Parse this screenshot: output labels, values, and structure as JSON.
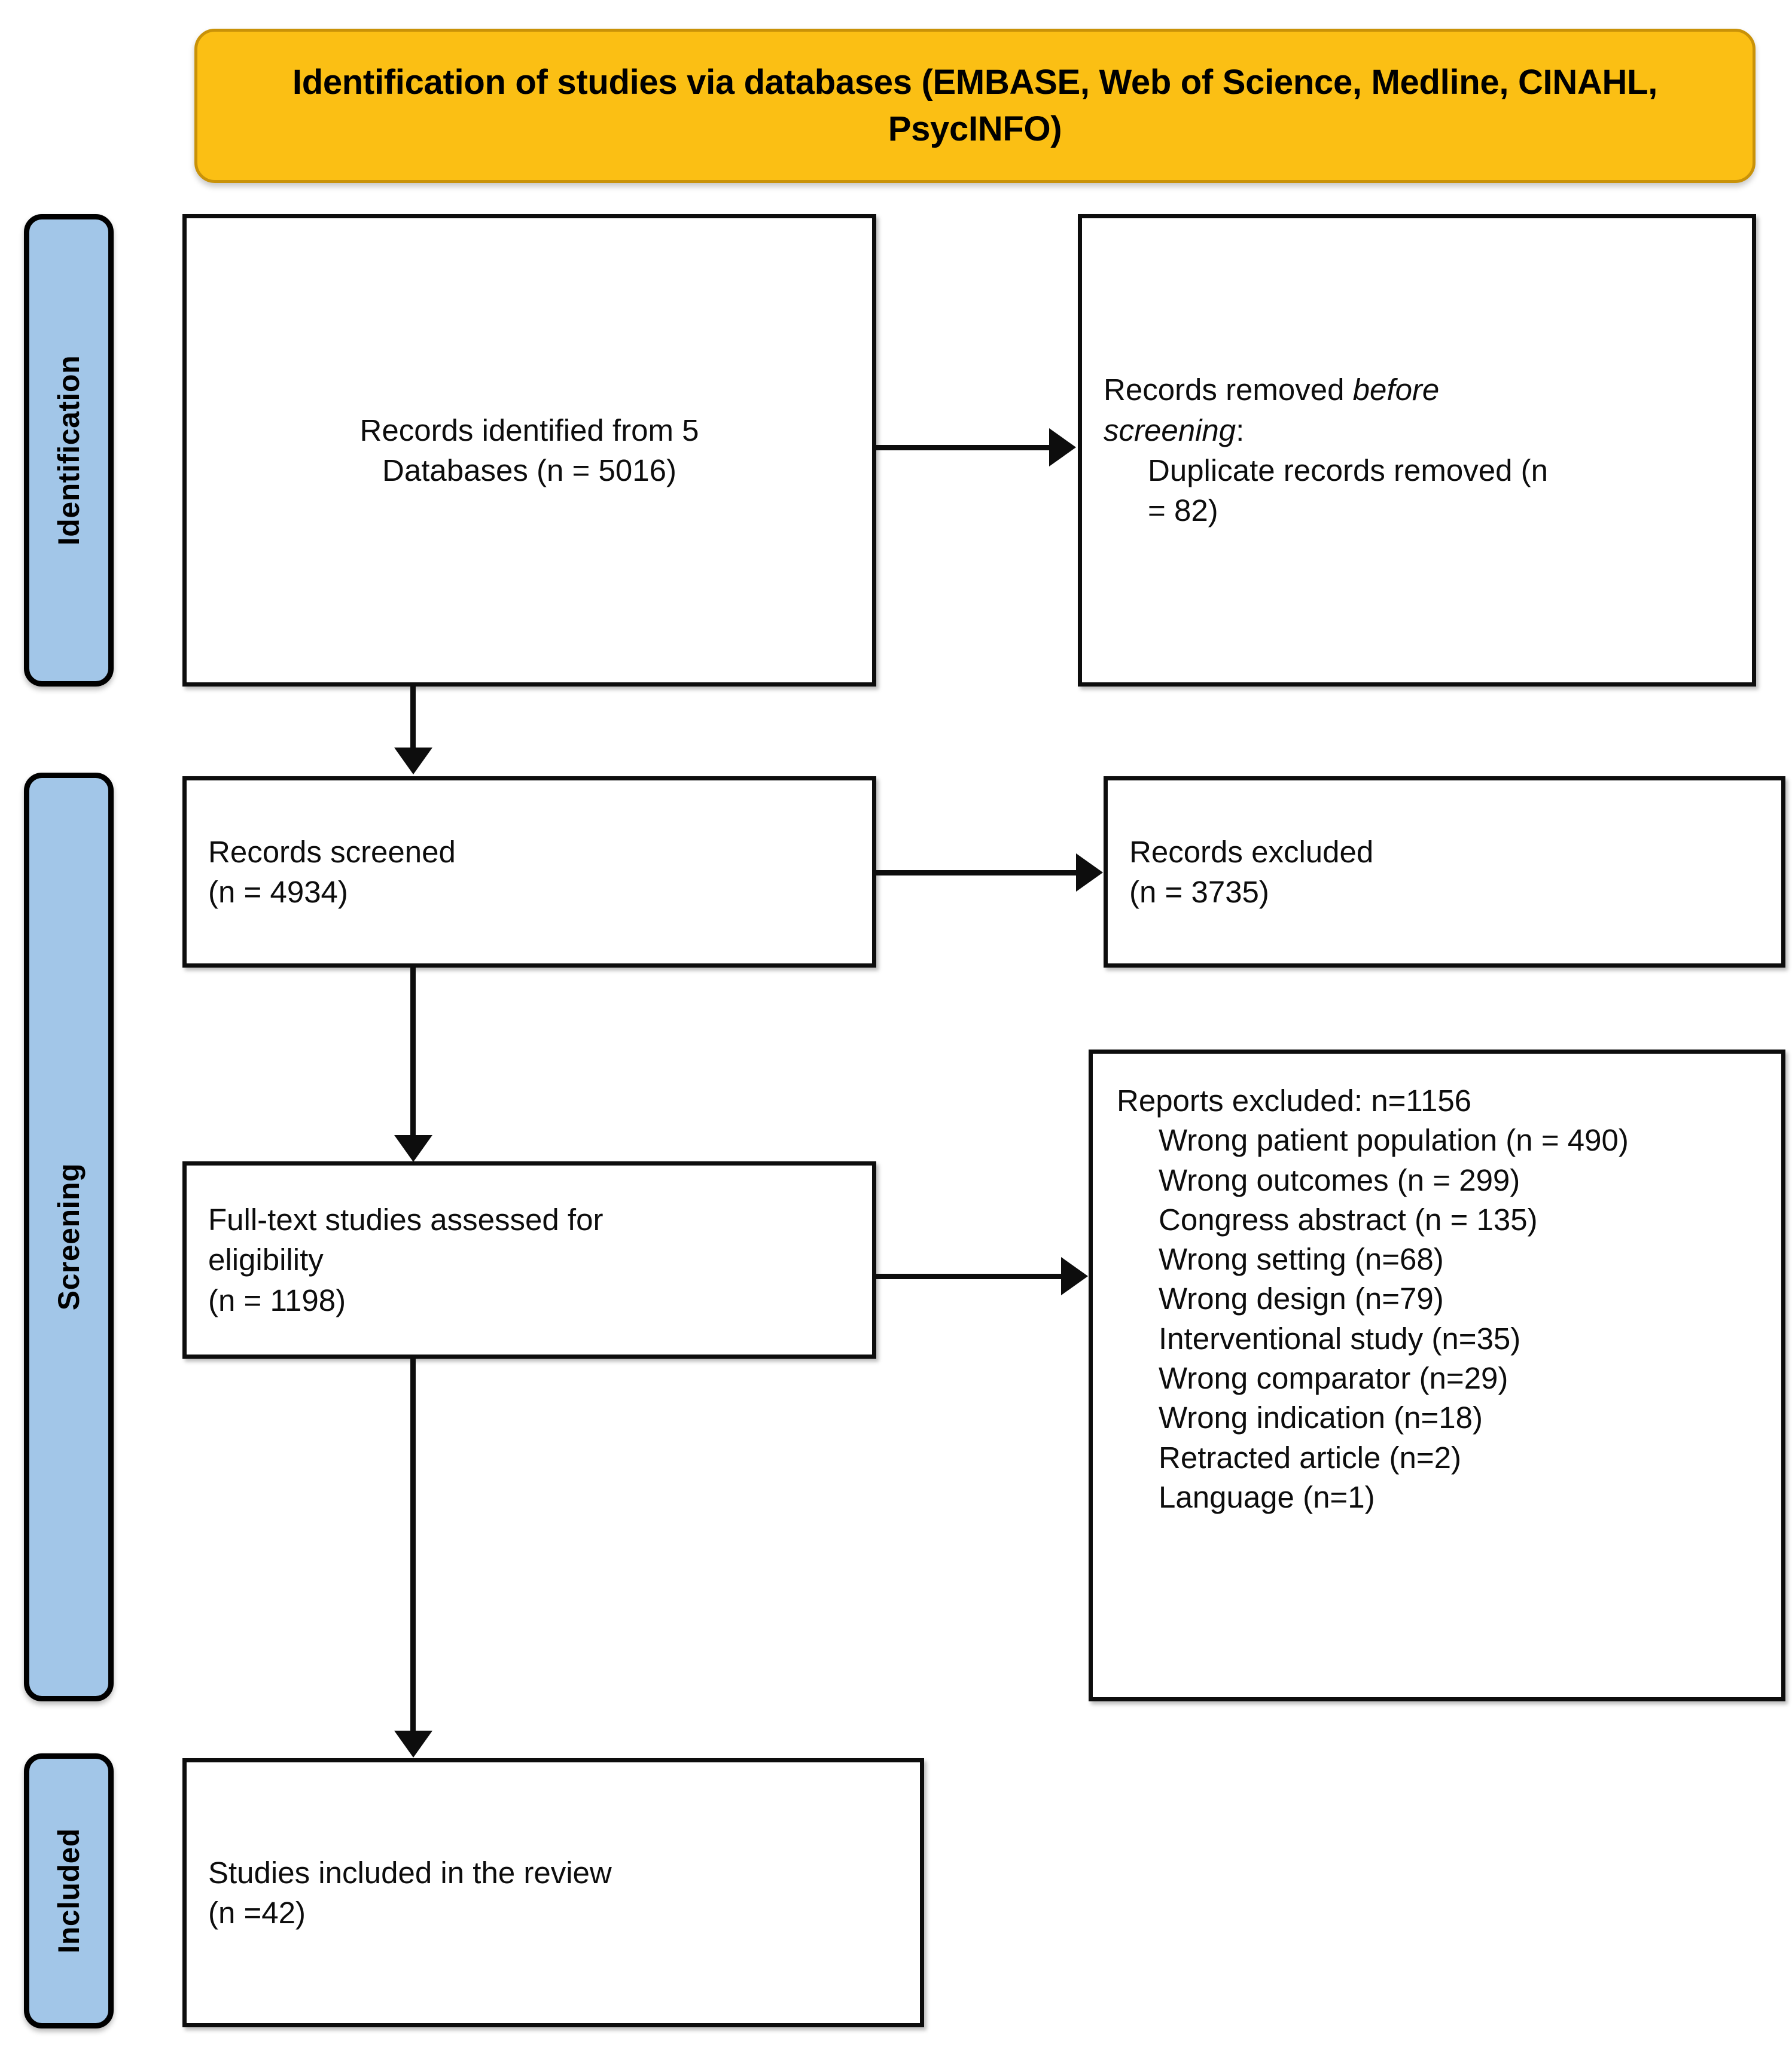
{
  "header": {
    "title": "Identification of studies via databases (EMBASE, Web of Science, Medline, CINAHL, PsycINFO)"
  },
  "stages": [
    {
      "id": "identification",
      "label": "Identification"
    },
    {
      "id": "screening",
      "label": "Screening"
    },
    {
      "id": "included",
      "label": "Included"
    }
  ],
  "boxes": {
    "identified": {
      "line1": "Records identified from 5",
      "line2": "Databases (n = 5016)"
    },
    "removed": {
      "line1_prefix": "Records removed ",
      "line1_italic": "before",
      "line2_italic": "screening",
      "line2_suffix": ":",
      "line3": "Duplicate records removed (n",
      "line4": "= 82)"
    },
    "screened": {
      "line1": "Records screened",
      "line2": "(n = 4934)"
    },
    "excluded": {
      "line1": "Records excluded",
      "line2": "(n = 3735)"
    },
    "fulltext": {
      "line1": "Full-text studies assessed for",
      "line2": "eligibility",
      "line3": "(n = 1198)"
    },
    "reports_excluded": {
      "title": "Reports excluded: n=1156",
      "reasons": [
        "Wrong patient population (n = 490)",
        "Wrong outcomes (n = 299)",
        "Congress abstract (n = 135)",
        "Wrong setting (n=68)",
        "Wrong design (n=79)",
        "Interventional study (n=35)",
        "Wrong comparator (n=29)",
        "Wrong indication (n=18)",
        "Retracted article (n=2)",
        "Language (n=1)"
      ]
    },
    "included": {
      "line1": "Studies included in the review",
      "line2": "(n =42)"
    }
  },
  "colors": {
    "header_fill": "#FBBF14",
    "header_border": "#C99208",
    "stage_fill": "#A2C6E8",
    "stage_border": "#000000",
    "node_border": "#0d0d0d",
    "node_fill": "#ffffff",
    "connector": "#0d0d0d"
  }
}
